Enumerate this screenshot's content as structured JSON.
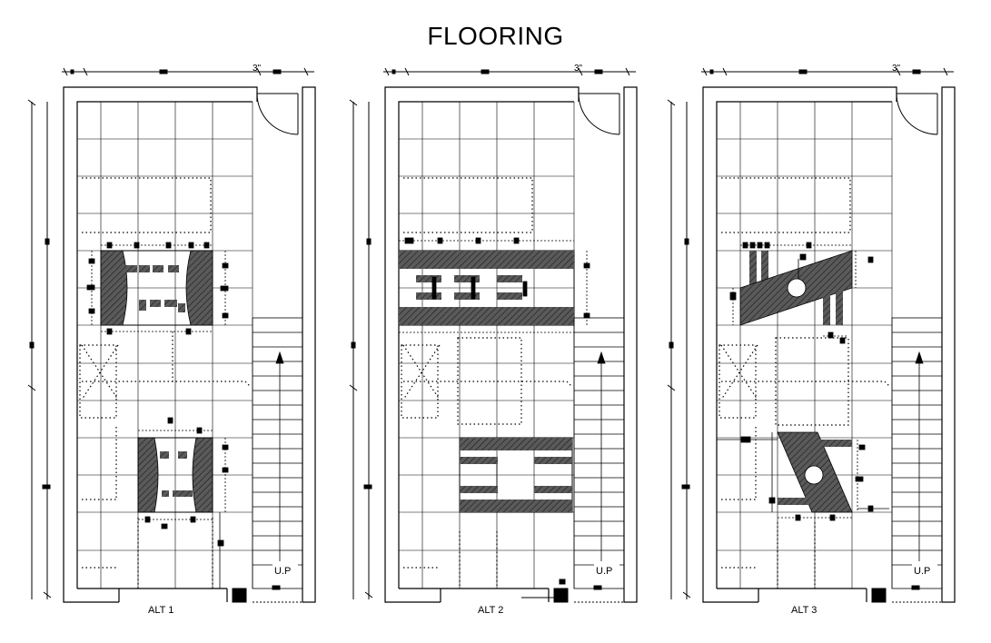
{
  "title": "FLOORING",
  "plans": [
    {
      "id": "alt1",
      "label": "ALT 1"
    },
    {
      "id": "alt2",
      "label": "ALT 2"
    },
    {
      "id": "alt3",
      "label": "ALT 3"
    }
  ],
  "stair_label": "U.P",
  "dimension_text": "3\"",
  "colors": {
    "line": "#000000",
    "hatch_fill": "#555555",
    "background": "#ffffff"
  }
}
